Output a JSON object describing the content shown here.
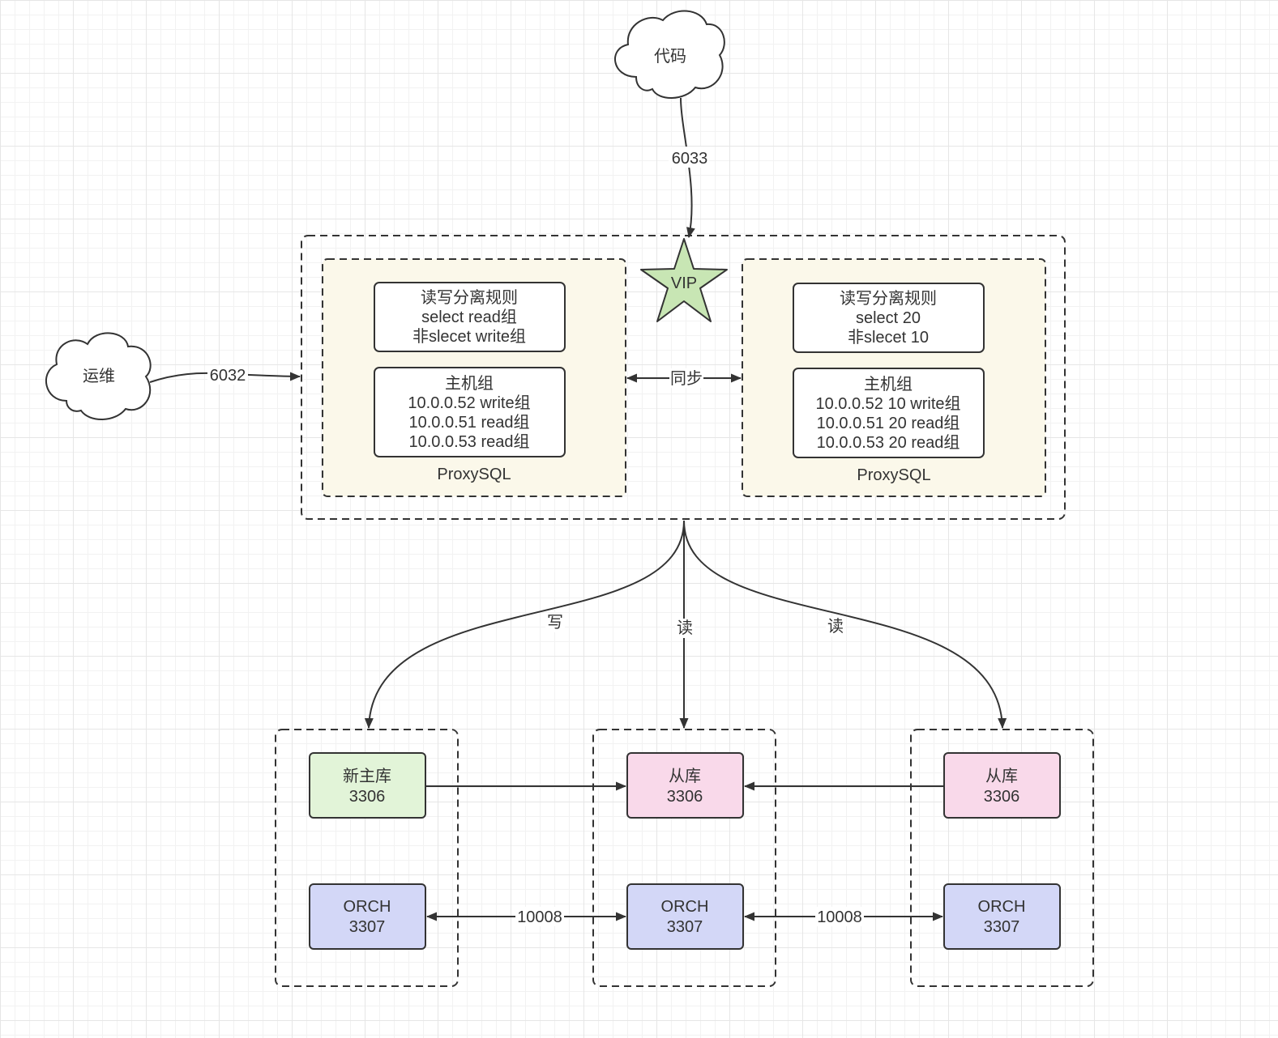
{
  "nodes": {
    "code": "代码",
    "ops": "运维",
    "vip": "VIP",
    "proxy_left": {
      "rules": [
        "读写分离规则",
        "select read组",
        "非slecet write组"
      ],
      "hostgroup": [
        "主机组",
        "10.0.0.52 write组",
        "10.0.0.51 read组",
        "10.0.0.53 read组"
      ],
      "name": "ProxySQL"
    },
    "proxy_right": {
      "rules": [
        "读写分离规则",
        "select 20",
        "非slecet 10"
      ],
      "hostgroup": [
        "主机组",
        "10.0.0.52 10 write组",
        "10.0.0.51 20 read组",
        "10.0.0.53 20 read组"
      ],
      "name": "ProxySQL"
    },
    "db_left": [
      "新主库",
      "3306"
    ],
    "db_mid": [
      "从库",
      "3306"
    ],
    "db_right": [
      "从库",
      "3306"
    ],
    "orch_left": [
      "ORCH",
      "3307"
    ],
    "orch_mid": [
      "ORCH",
      "3307"
    ],
    "orch_right": [
      "ORCH",
      "3307"
    ]
  },
  "edges": {
    "code_port": "6033",
    "ops_port": "6032",
    "sync": "同步",
    "write": "写",
    "read_mid": "读",
    "read_right": "读",
    "orch_port_left": "10008",
    "orch_port_right": "10008"
  },
  "colors": {
    "proxy_fill": "#fbf8ea",
    "vip_fill": "#c8e6b4",
    "new_master_fill": "#e2f4d8",
    "slave_fill": "#f9d9ea",
    "orch_fill": "#d3d7f7",
    "stroke": "#333333"
  }
}
